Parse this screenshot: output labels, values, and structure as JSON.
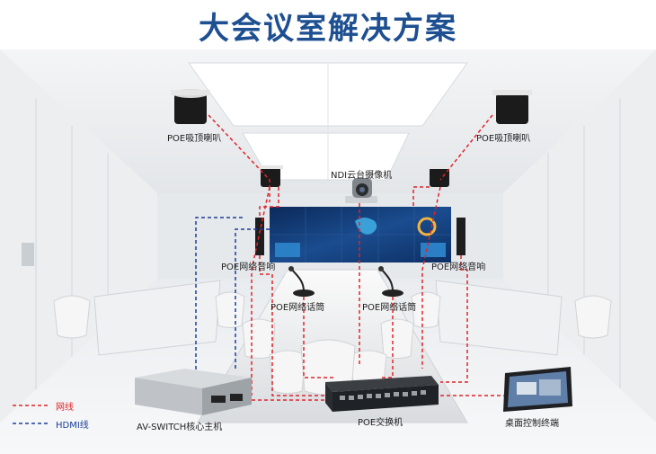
{
  "title": "大会议室解决方案",
  "labels": {
    "speaker_left": "POE吸顶喇叭",
    "speaker_right": "POE吸顶喇叭",
    "camera": "NDI云台摄像机",
    "column_left": "POE网络音响",
    "column_right": "POE网络音响",
    "mic_left": "POE网络话筒",
    "mic_right": "POE网络话筒",
    "host": "AV-SWITCH核心主机",
    "switch": "POE交换机",
    "terminal": "桌面控制终端"
  },
  "legend": {
    "network": "网线",
    "hdmi": "HDMI线"
  },
  "colors": {
    "title": "#1d4f91",
    "network_line": "#e0242a",
    "hdmi_line": "#1b3e9a",
    "legend_network_text": "#e0242a",
    "legend_hdmi_text": "#1b3e9a"
  }
}
